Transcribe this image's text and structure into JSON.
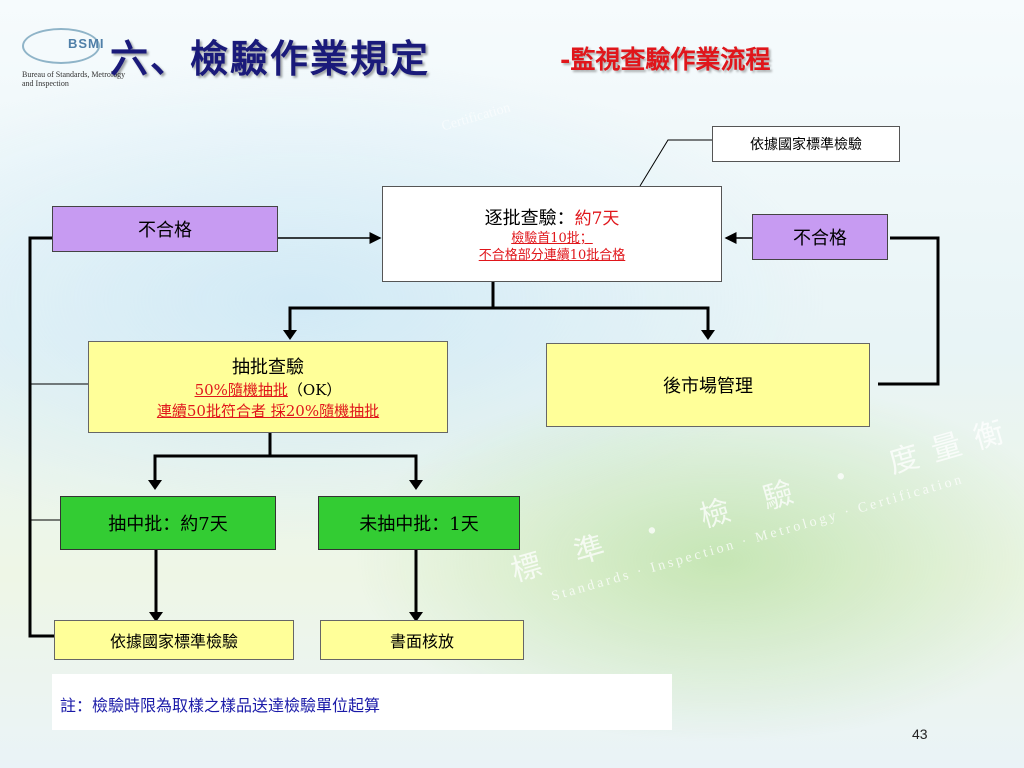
{
  "header": {
    "title": "六、檢驗作業規定",
    "subtitle": "-監視查驗作業流程",
    "logo_text": "BSMI",
    "logo_caption": "Bureau of Standards, Metrology and Inspection"
  },
  "watermark": {
    "line1": "標 準 ・ 檢 驗 ・ 度量衡 ・ 驗 證",
    "line2": "Standards  ·  Inspection  ·  Metrology  ·  Certification",
    "line3": "Certification"
  },
  "callout": "依據國家標準檢驗",
  "lot_inspection": {
    "title": "逐批查驗：",
    "days": "約7天",
    "line2": "檢驗首10批；",
    "line3": "不合格部分連續10批合格"
  },
  "fail_left": "不合格",
  "fail_right": "不合格",
  "sampling": {
    "title": "抽批查驗",
    "line2_red": "50%隨機抽批",
    "line2_black": "（OK）",
    "line3": "連續50批符合者 採20%隨機抽批"
  },
  "post_market": "後市場管理",
  "sampled": "抽中批：約7天",
  "not_sampled": "未抽中批：1天",
  "by_standard": "依據國家標準檢驗",
  "document_release": "書面核放",
  "note": "註：檢驗時限為取樣之樣品送達檢驗單位起算",
  "page_number": "43",
  "colors": {
    "title": "#1a1a7a",
    "accent_red": "#e0161b",
    "purple_box": "#c79bf2",
    "yellow_box": "#ffff99",
    "green_box": "#33cc33",
    "note_text": "#1a1aa8"
  }
}
